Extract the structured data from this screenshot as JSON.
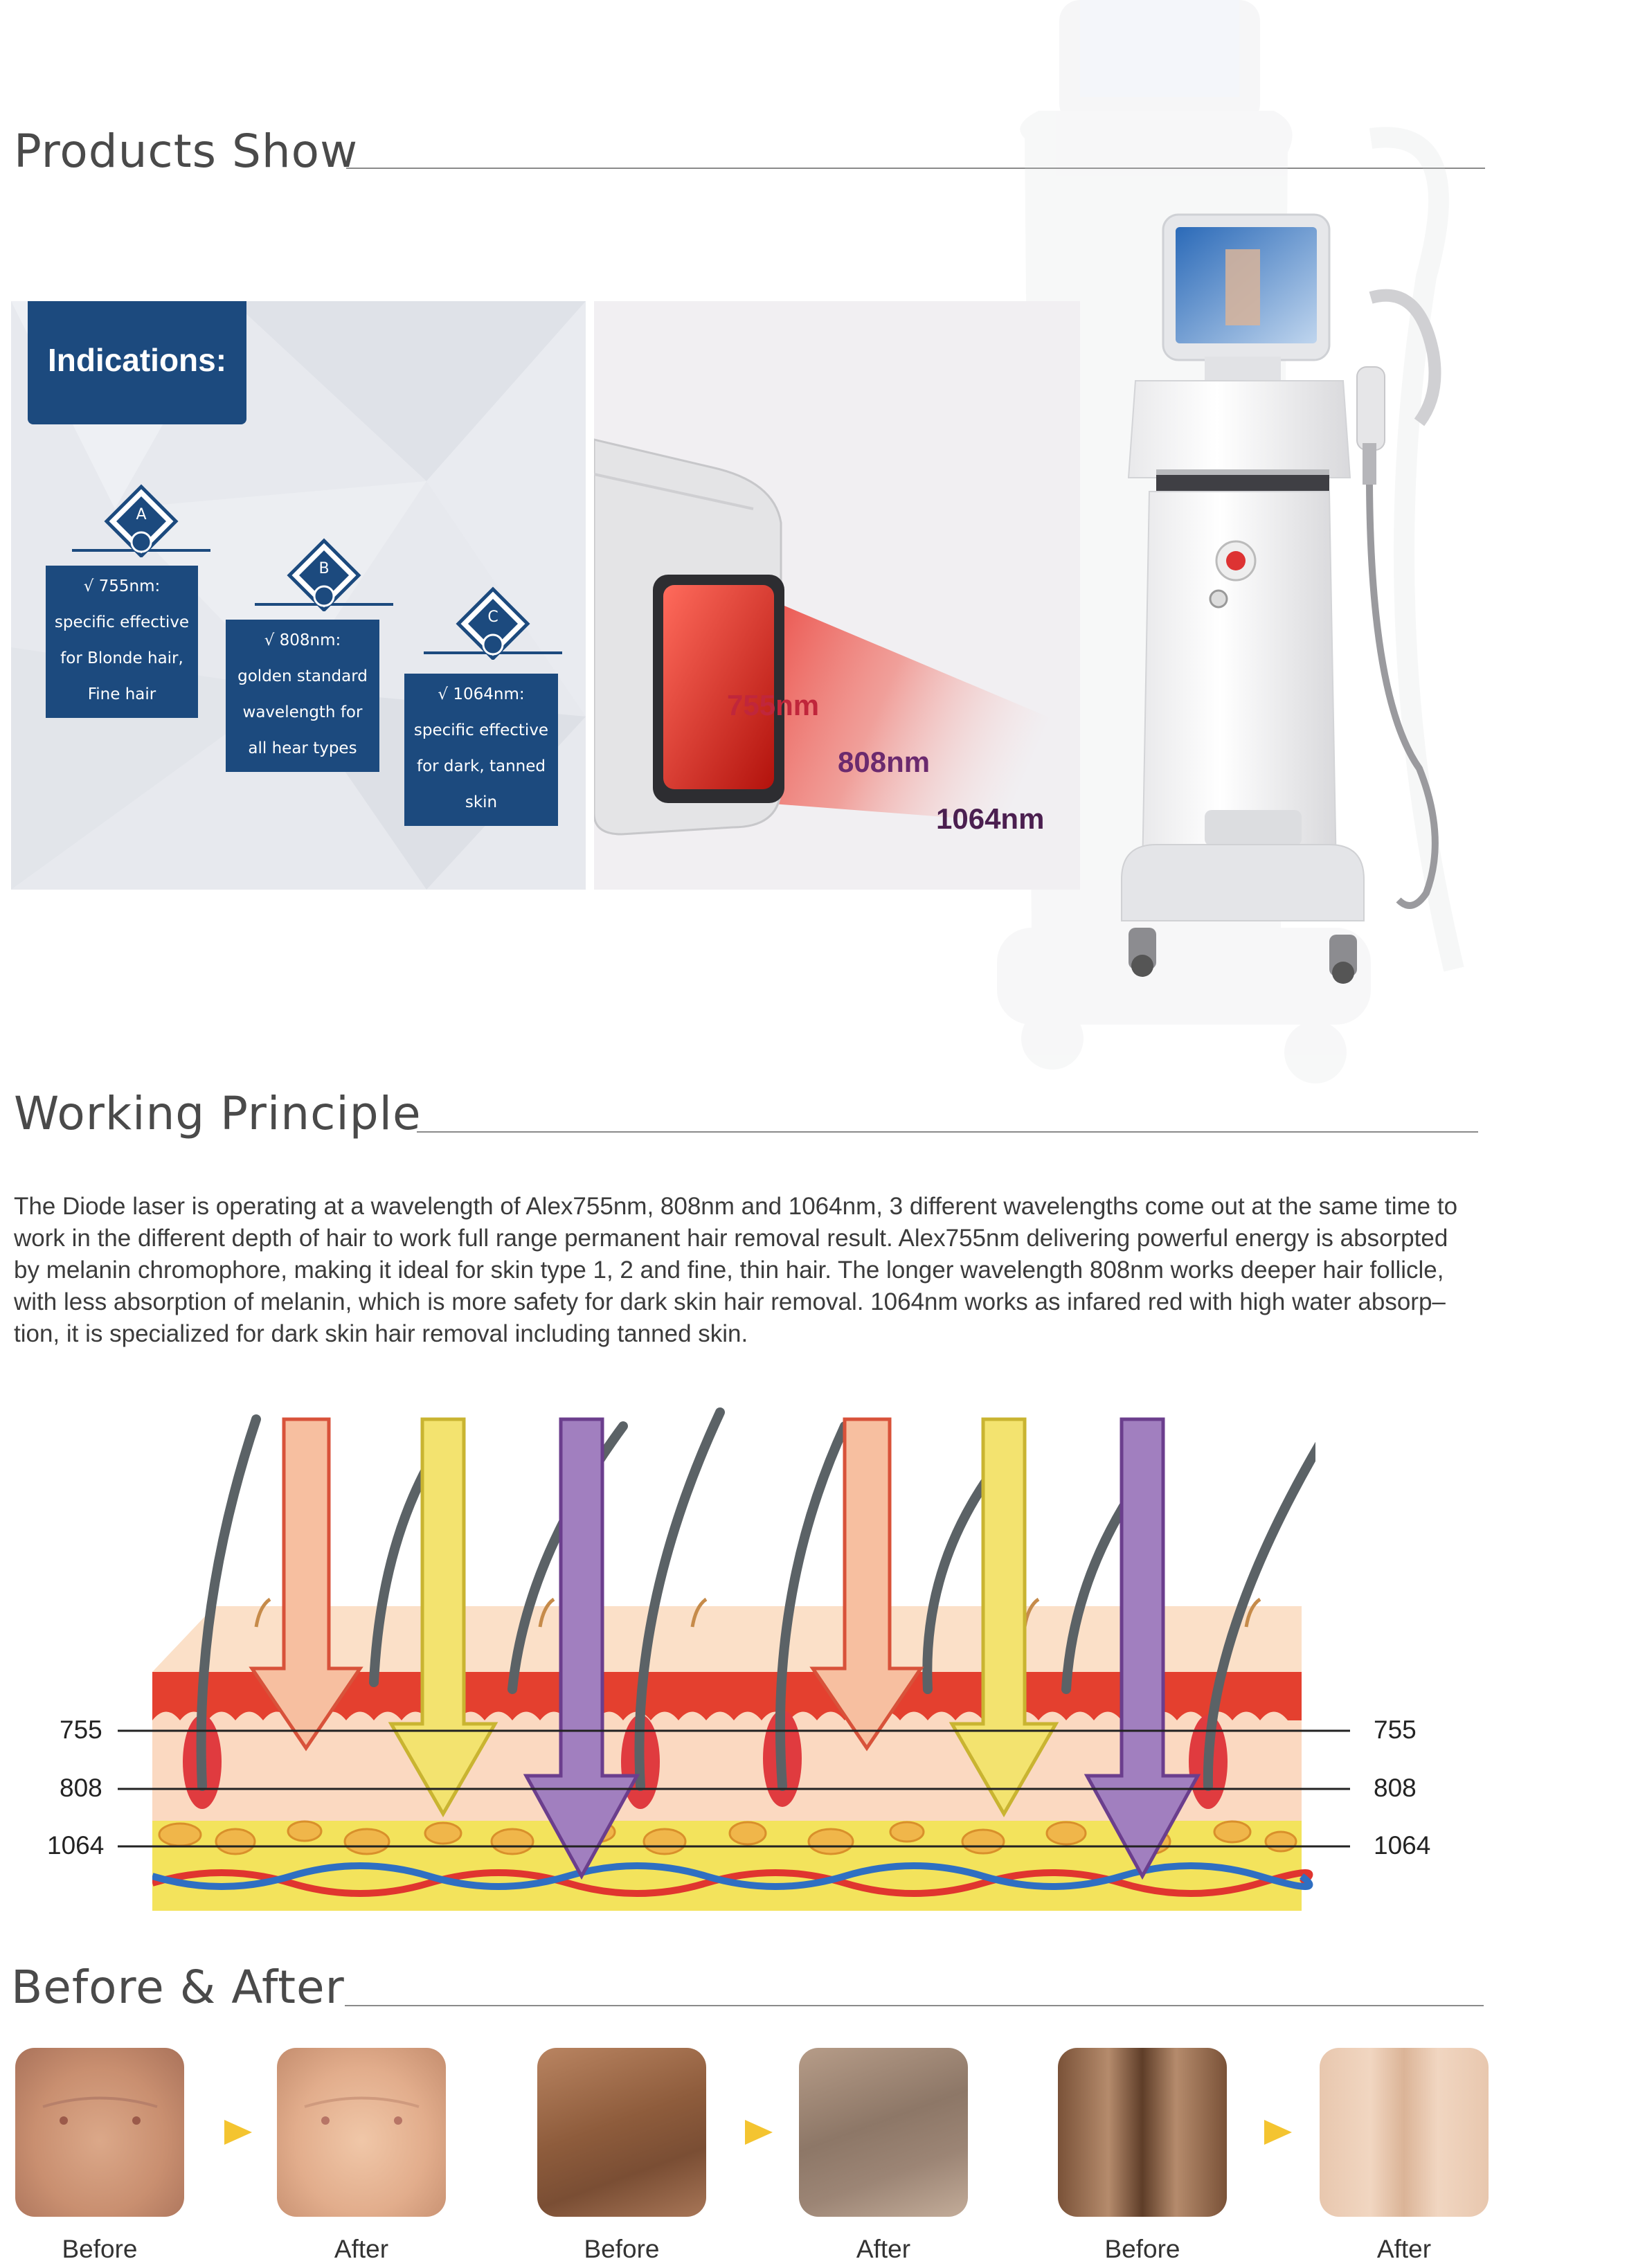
{
  "sections": {
    "products_show": "Products Show",
    "working_principle": "Working Principle",
    "before_after": "Before & After"
  },
  "indications": {
    "title": "Indications:",
    "items": [
      {
        "badge": "A",
        "lines": [
          "√ 755nm:",
          "specific effective",
          "for Blonde hair,",
          "Fine hair"
        ]
      },
      {
        "badge": "B",
        "lines": [
          "√ 808nm:",
          "golden standard",
          "wavelength for",
          "all hear types"
        ]
      },
      {
        "badge": "C",
        "lines": [
          "√ 1064nm:",
          "specific effective",
          "for dark, tanned",
          "skin"
        ]
      }
    ]
  },
  "handpiece_labels": [
    "755nm",
    "808nm",
    "1064nm"
  ],
  "paragraph_lines": [
    "The Diode laser is operating at a wavelength of Alex755nm, 808nm and 1064nm, 3 different wavelengths come out at the same time to",
    "work in the different depth of hair to work full range permanent hair removal result. Alex755nm delivering powerful energy is absorpted",
    "by melanin chromophore, making it ideal for skin type 1, 2 and fine, thin hair. The longer wavelength 808nm works deeper hair follicle,",
    "with less absorption of melanin, which is more safety for dark skin hair removal. 1064nm works as infared red with high water absorp–",
    "tion, it is specialized for dark skin hair removal including tanned skin."
  ],
  "depth_labels": [
    "755",
    "808",
    "1064"
  ],
  "before_after": [
    {
      "before": "Before",
      "after": "After"
    },
    {
      "before": "Before",
      "after": "After"
    },
    {
      "before": "Before",
      "after": "After"
    }
  ],
  "colors": {
    "indication_blue": "#1c4a7e",
    "arrow_755": "#f7bfa0",
    "arrow_808": "#f3e36f",
    "arrow_1064": "#a17fbf",
    "ba_arrow": "#f4c430"
  }
}
